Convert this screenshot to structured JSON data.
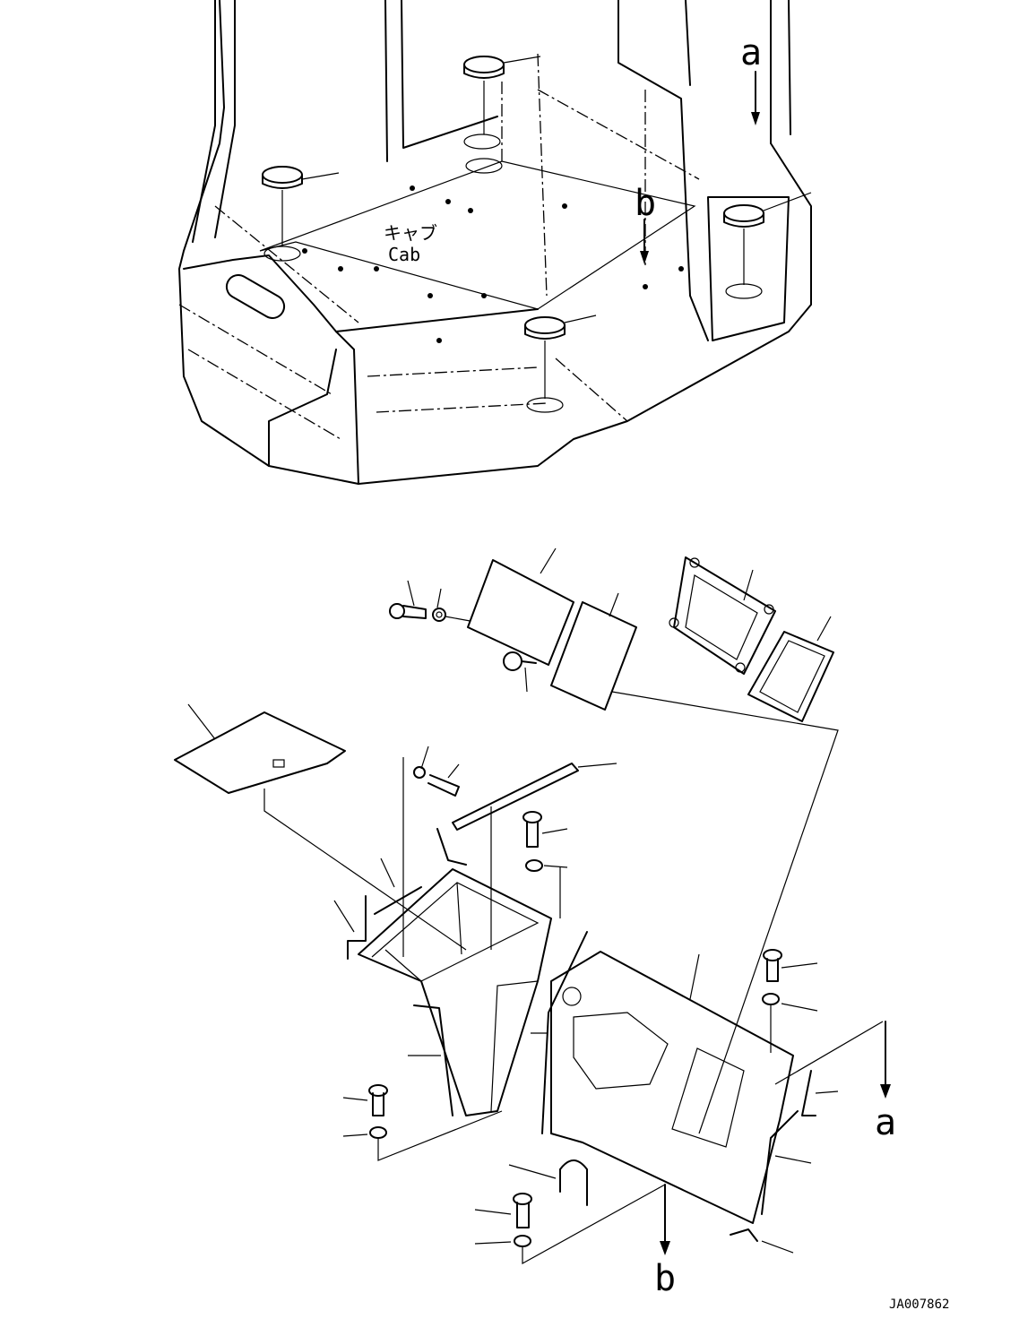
{
  "labels": {
    "cab_jp": "キャブ",
    "cab_en": "Cab",
    "view_a_top": "a",
    "view_b_top": "b",
    "view_a_bottom": "a",
    "view_b_bottom": "b",
    "drawing_id": "JA007862"
  }
}
